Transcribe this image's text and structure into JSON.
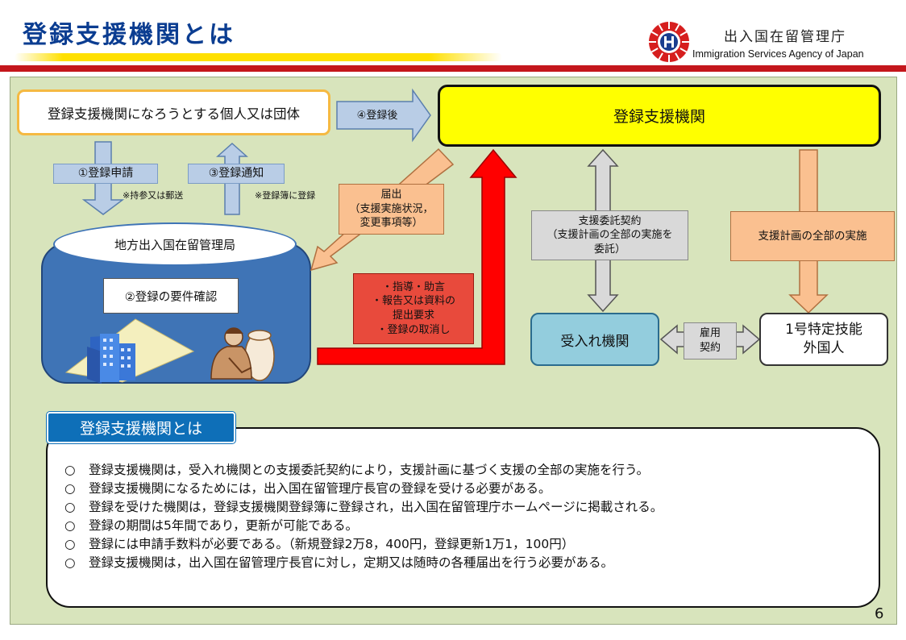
{
  "header": {
    "title": "登録支援機関とは",
    "agency_name_ja": "出入国在留管理庁",
    "agency_name_en": "Immigration Services Agency of Japan",
    "logo": "agency-emblem-icon"
  },
  "diagram": {
    "applicant": "登録支援機関になろうとする個人又は団体",
    "support_org": "登録支援機関",
    "bureau": "地方出入国在留管理局",
    "requirement_check": "②登録の要件確認",
    "step1": "①登録申請",
    "step1_note": "※持参又は郵送",
    "step3": "③登録通知",
    "step3_note": "※登録簿に登録",
    "step4": "④登録後",
    "report": [
      "届出",
      "（支援実施状況，",
      "変更事項等）"
    ],
    "guidance": [
      "・指導・助言",
      "・報告又は資料の",
      "提出要求",
      "・登録の取消し"
    ],
    "contract": [
      "支援委託契約",
      "（支援計画の全部の実施を",
      "委託）"
    ],
    "implementation": "支援計画の全部の実施",
    "receiving_org": "受入れ機関",
    "employment": [
      "雇用",
      "契約"
    ],
    "foreigner": [
      "1号特定技能",
      "外国人"
    ],
    "illustrations": [
      "building-icon",
      "office-worker-icon"
    ]
  },
  "definition": {
    "tab_label": "登録支援機関とは",
    "bullet": "○",
    "items": [
      "登録支援機関は，受入れ機関との支援委託契約により，支援計画に基づく支援の全部の実施を行う。",
      "登録支援機関になるためには，出入国在留管理庁長官の登録を受ける必要がある。",
      "登録を受けた機関は，登録支援機関登録簿に登録され，出入国在留管理庁ホームページに掲載される。",
      "登録の期間は5年間であり，更新が可能である。",
      "登録には申請手数料が必要である。（新規登録2万8，400円，登録更新1万1，100円）",
      "登録支援機関は，出入国在留管理庁長官に対し，定期又は随時の各種届出を行う必要がある。"
    ]
  },
  "page_number": "6",
  "colors": {
    "title_blue": "#0b3d91",
    "rule_red": "#c4161c",
    "panel_green": "#d8e4bc",
    "support_yellow": "#ffff00",
    "bureau_blue": "#3f74b6",
    "orange": "#fac090",
    "red": "#e84a3c",
    "gray": "#d9d9d9",
    "light_blue": "#93cddd",
    "tab_blue": "#0e6fb8"
  }
}
